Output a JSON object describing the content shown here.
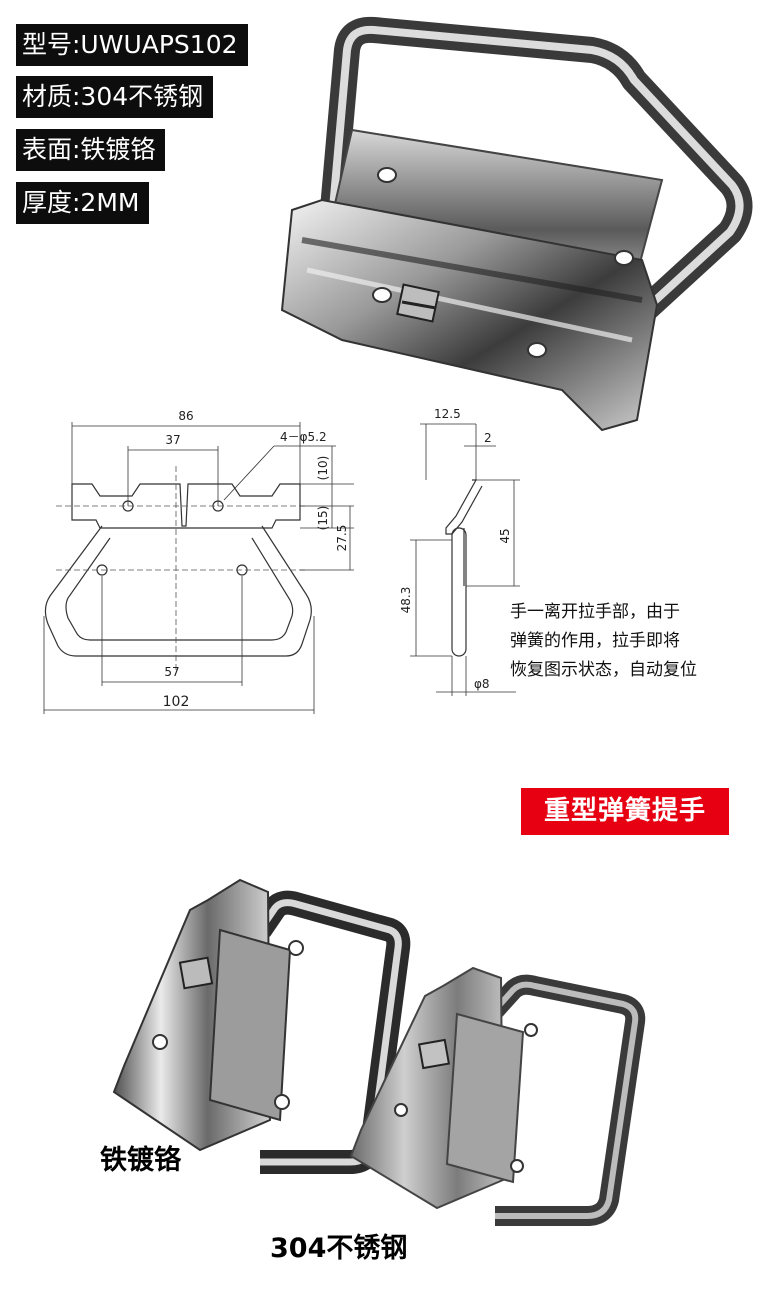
{
  "specs": {
    "model": "型号:UWUAPS102",
    "material": "材质:304不锈钢",
    "surface": "表面:铁镀铬",
    "thickness": "厚度:2MM"
  },
  "drawing": {
    "front": {
      "dim_86": "86",
      "dim_37": "37",
      "dim_holes": "4－φ5.2",
      "dim_10": "(10)",
      "dim_15": "(15)",
      "dim_27_5": "27.5",
      "dim_57": "57",
      "dim_102": "102"
    },
    "side": {
      "dim_12_5": "12.5",
      "dim_2": "2",
      "dim_45": "45",
      "dim_48_3": "48.3",
      "dim_phi8": "φ8"
    }
  },
  "note": {
    "line1": "手一离开拉手部，由于",
    "line2": "弹簧的作用，拉手即将",
    "line3": "恢复图示状态，自动复位"
  },
  "badge": "重型弹簧提手",
  "captions": {
    "chrome": "铁镀铬",
    "stainless": "304不锈钢"
  }
}
